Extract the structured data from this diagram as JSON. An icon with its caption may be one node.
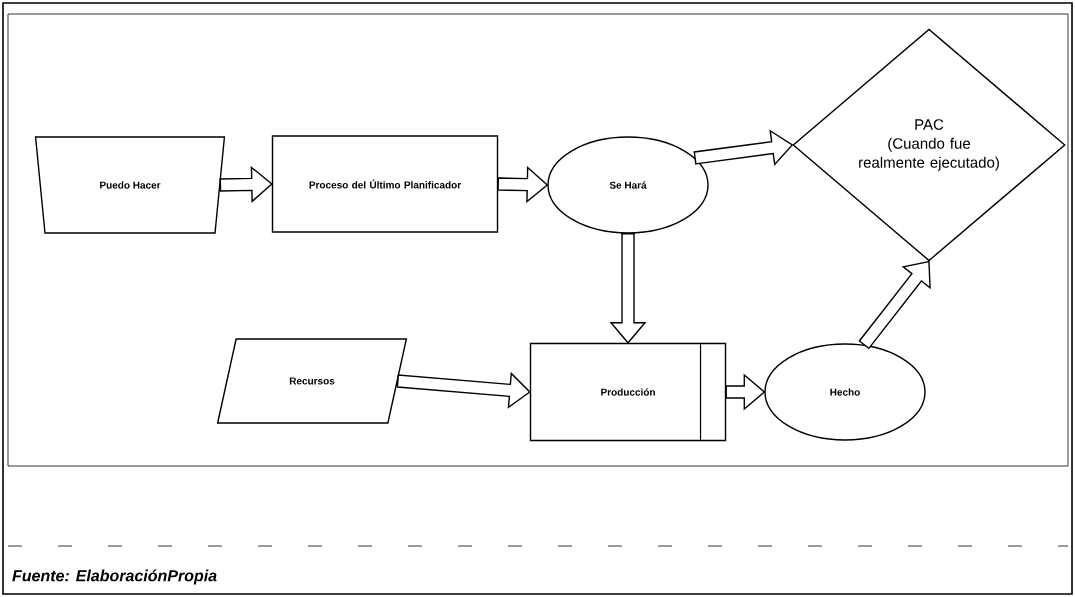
{
  "diagram": {
    "caption": "Fuente: ElaboraciónPropia",
    "nodes": [
      {
        "text": [
          "Puedo Hacer"
        ]
      },
      {
        "text": [
          "Proceso del Último Planificador"
        ]
      },
      {
        "text": [
          "Se Hará"
        ]
      },
      {
        "text": [
          "PAC",
          "(Cuando fue realmente ejecutado)"
        ]
      },
      {
        "text": [
          "Recursos"
        ]
      },
      {
        "text": [
          "Producción"
        ]
      },
      {
        "text": [
          "Hecho"
        ]
      }
    ],
    "edges": [
      {
        "from": 0,
        "to": 1,
        "arrow": "to"
      },
      {
        "from": 1,
        "to": 2,
        "arrow": "to"
      },
      {
        "from": 2,
        "to": 3,
        "arrow": "to"
      },
      {
        "from": 2,
        "to": 5,
        "arrow": "to"
      },
      {
        "from": 4,
        "to": 5,
        "arrow": "to"
      },
      {
        "from": 5,
        "to": 6,
        "arrow": "to"
      },
      {
        "from": 6,
        "to": 3,
        "arrow": "to"
      }
    ]
  }
}
